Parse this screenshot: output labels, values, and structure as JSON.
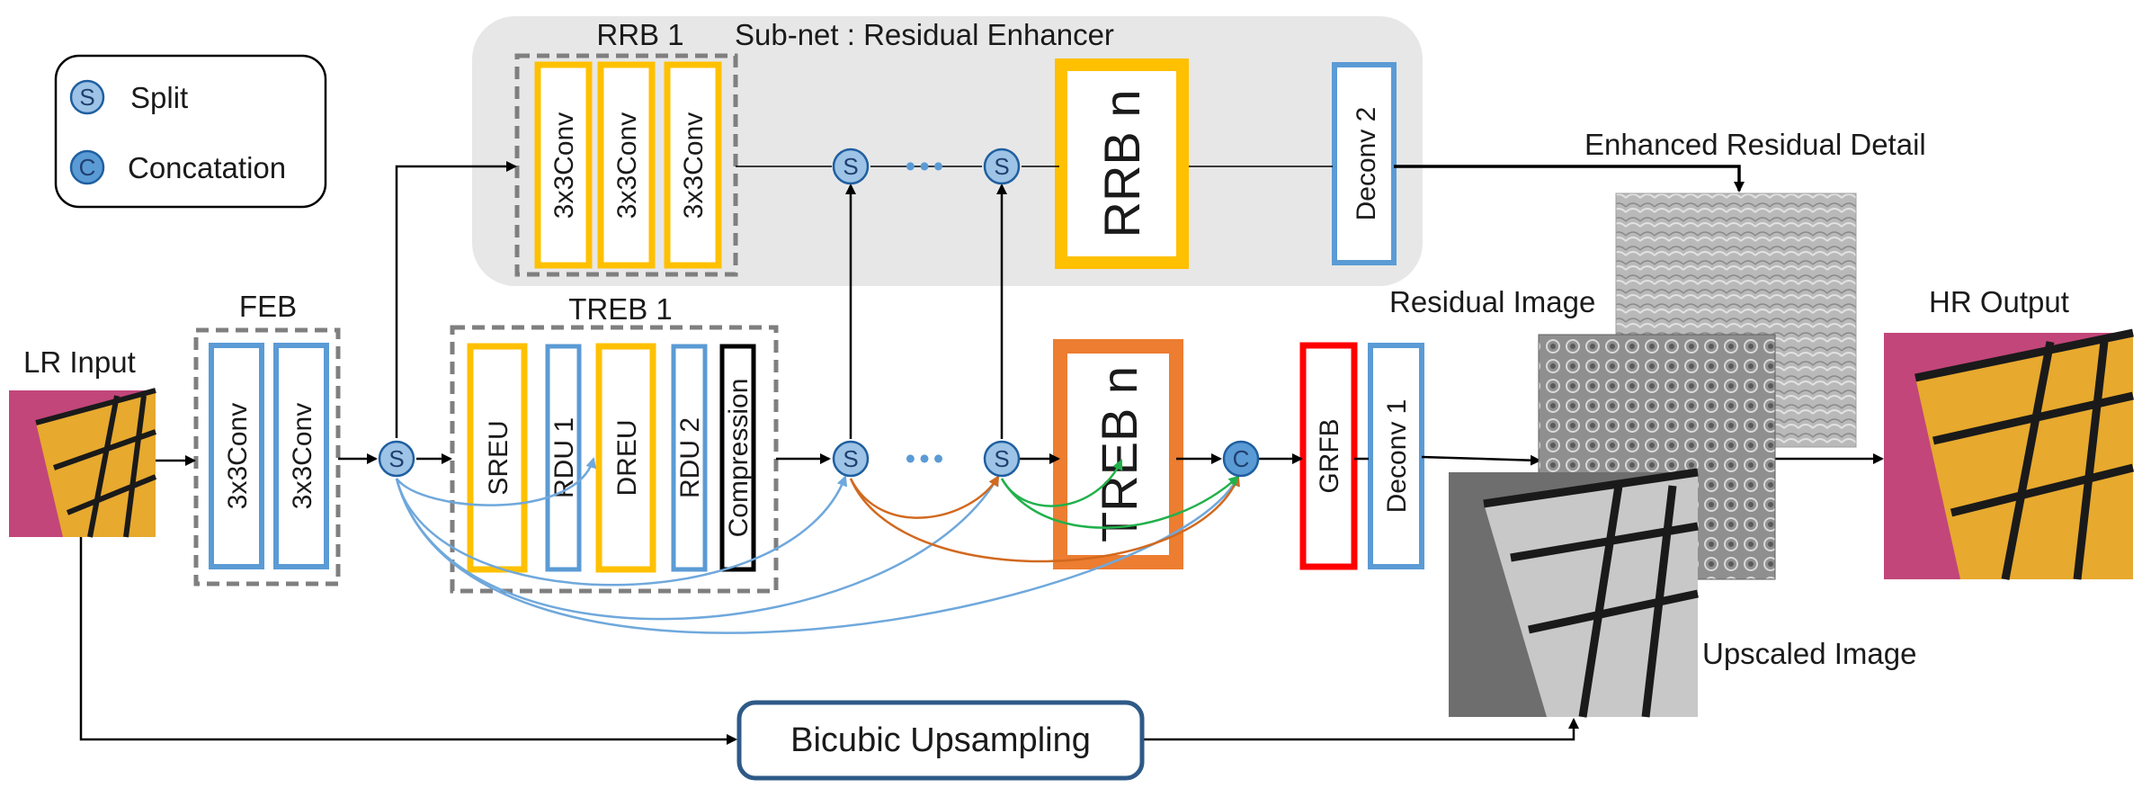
{
  "legend": {
    "split_symbol": "S",
    "split_label": "Split",
    "concat_symbol": "C",
    "concat_label": "Concatation"
  },
  "labels": {
    "lr_input": "LR Input",
    "feb": "FEB",
    "rrb1": "RRB 1",
    "subnet": "Sub-net : Residual Enhancer",
    "treb1": "TREB 1",
    "enhanced_residual": "Enhanced Residual Detail",
    "residual_image": "Residual Image",
    "hr_output": "HR Output",
    "upscaled_image": "Upscaled Image",
    "bicubic": "Bicubic Upsampling"
  },
  "blocks": {
    "feb_conv1": "3x3Conv",
    "feb_conv2": "3x3Conv",
    "rrb_conv1": "3x3Conv",
    "rrb_conv2": "3x3Conv",
    "rrb_conv3": "3x3Conv",
    "rrb_n": "RRB n",
    "deconv2": "Deconv 2",
    "sreu": "SREU",
    "rdu1": "RDU 1",
    "dreu": "DREU",
    "rdu2": "RDU 2",
    "compression": "Compression",
    "treb_n": "TREB n",
    "grfb": "GRFB",
    "deconv1": "Deconv 1"
  },
  "nodes": {
    "split": "S",
    "concat": "C",
    "ellipsis": "•••"
  },
  "colors": {
    "blue_block": "#5b9bd5",
    "yellow_block": "#ffc000",
    "orange_block": "#ed7d31",
    "red_block": "#ff0000",
    "node_fill": "#9dc3e6",
    "subnet_bg": "#e7e7e7",
    "skip_blue": "#6fa8dc",
    "skip_orange": "#d2691e",
    "skip_green": "#22b14c",
    "bicubic_border": "#2e5a87"
  }
}
